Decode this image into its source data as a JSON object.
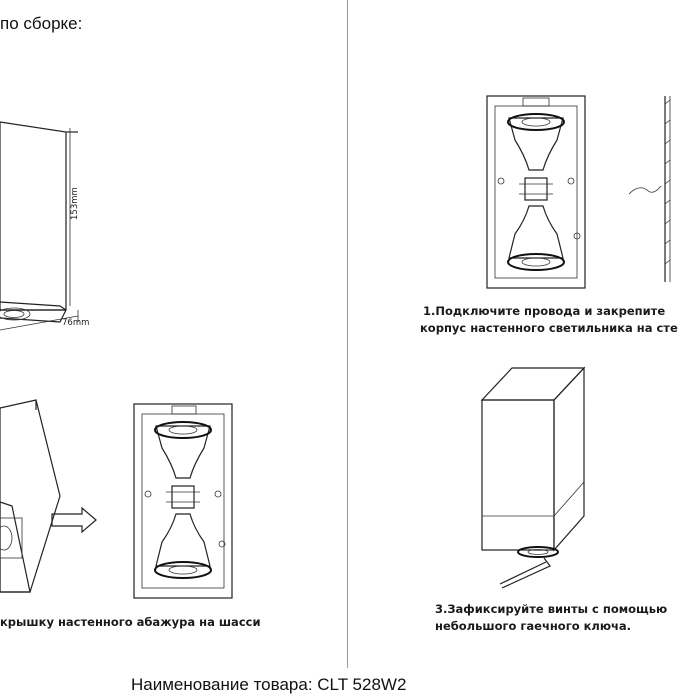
{
  "heading": "по сборке:",
  "dimensions": {
    "height": "153mm",
    "width": "76mm"
  },
  "steps": {
    "step1_line1": "1.Подключите провода и закрепите",
    "step1_line2": "корпус настенного светильника на сте",
    "step2": "крышку настенного абажура на шасси",
    "step3_line1": "3.Зафиксируйте винты с помощью",
    "step3_line2": "небольшого гаечного ключа."
  },
  "footer": "Наименование товара: CLT 528W2"
}
